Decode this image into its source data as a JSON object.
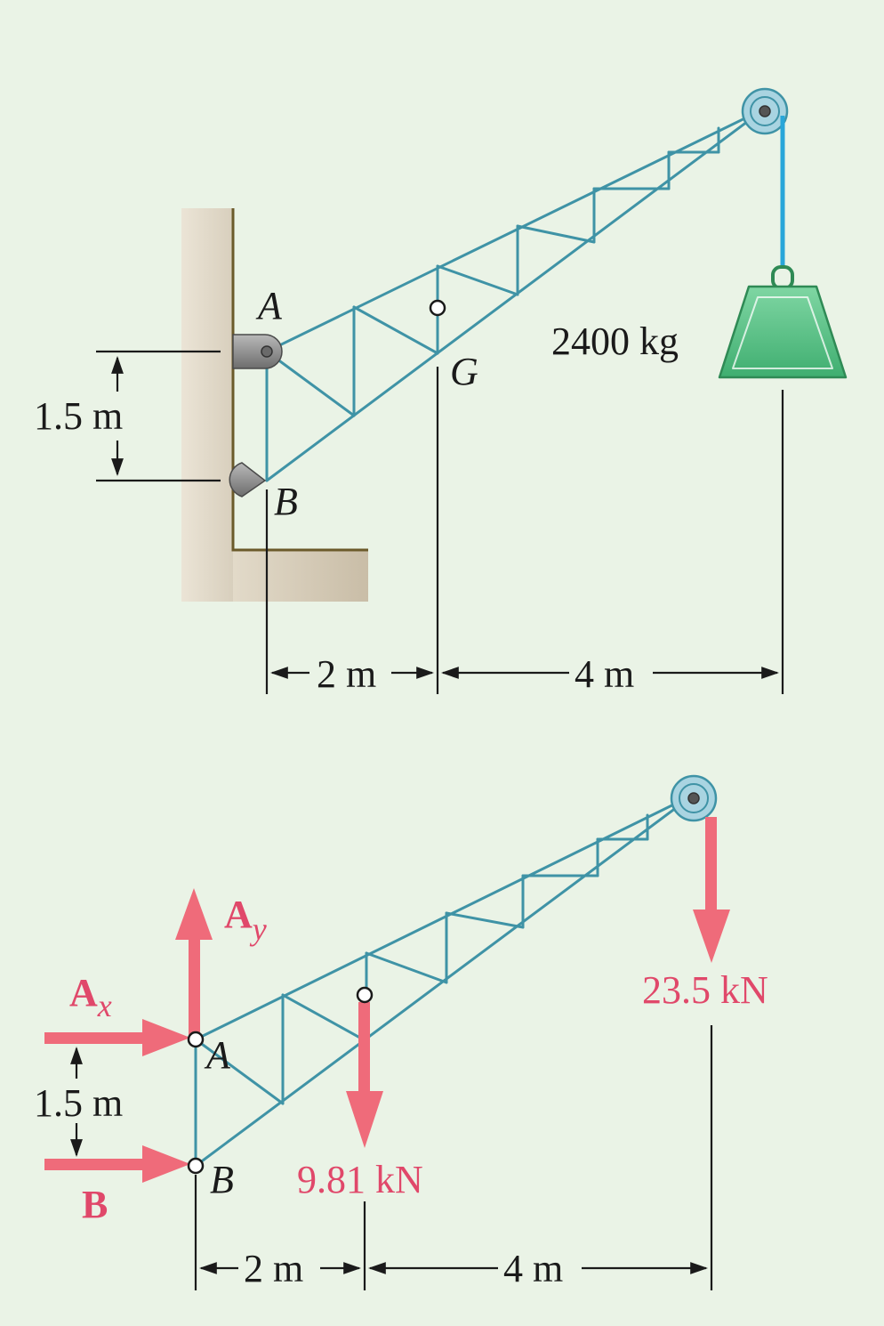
{
  "top": {
    "point_A": "A",
    "point_B": "B",
    "point_G": "G",
    "mass_label": "2400 kg",
    "dim_vertical": "1.5 m",
    "dim_left": "2 m",
    "dim_right": "4 m"
  },
  "bottom": {
    "point_A": "A",
    "point_B": "B",
    "force_Ay": "A",
    "force_Ay_sub": "y",
    "force_Ax": "A",
    "force_Ax_sub": "x",
    "force_B": "B",
    "weight_label": "9.81 kN",
    "load_label": "23.5 kN",
    "dim_vertical": "1.5 m",
    "dim_left": "2 m",
    "dim_right": "4 m"
  },
  "colors": {
    "background": "#eaf3e6",
    "truss": "#3f93a6",
    "force": "#ef6b7a",
    "force_text": "#e0486a",
    "weight_fill": "#5cc48a",
    "wall": "#e2dac9"
  }
}
